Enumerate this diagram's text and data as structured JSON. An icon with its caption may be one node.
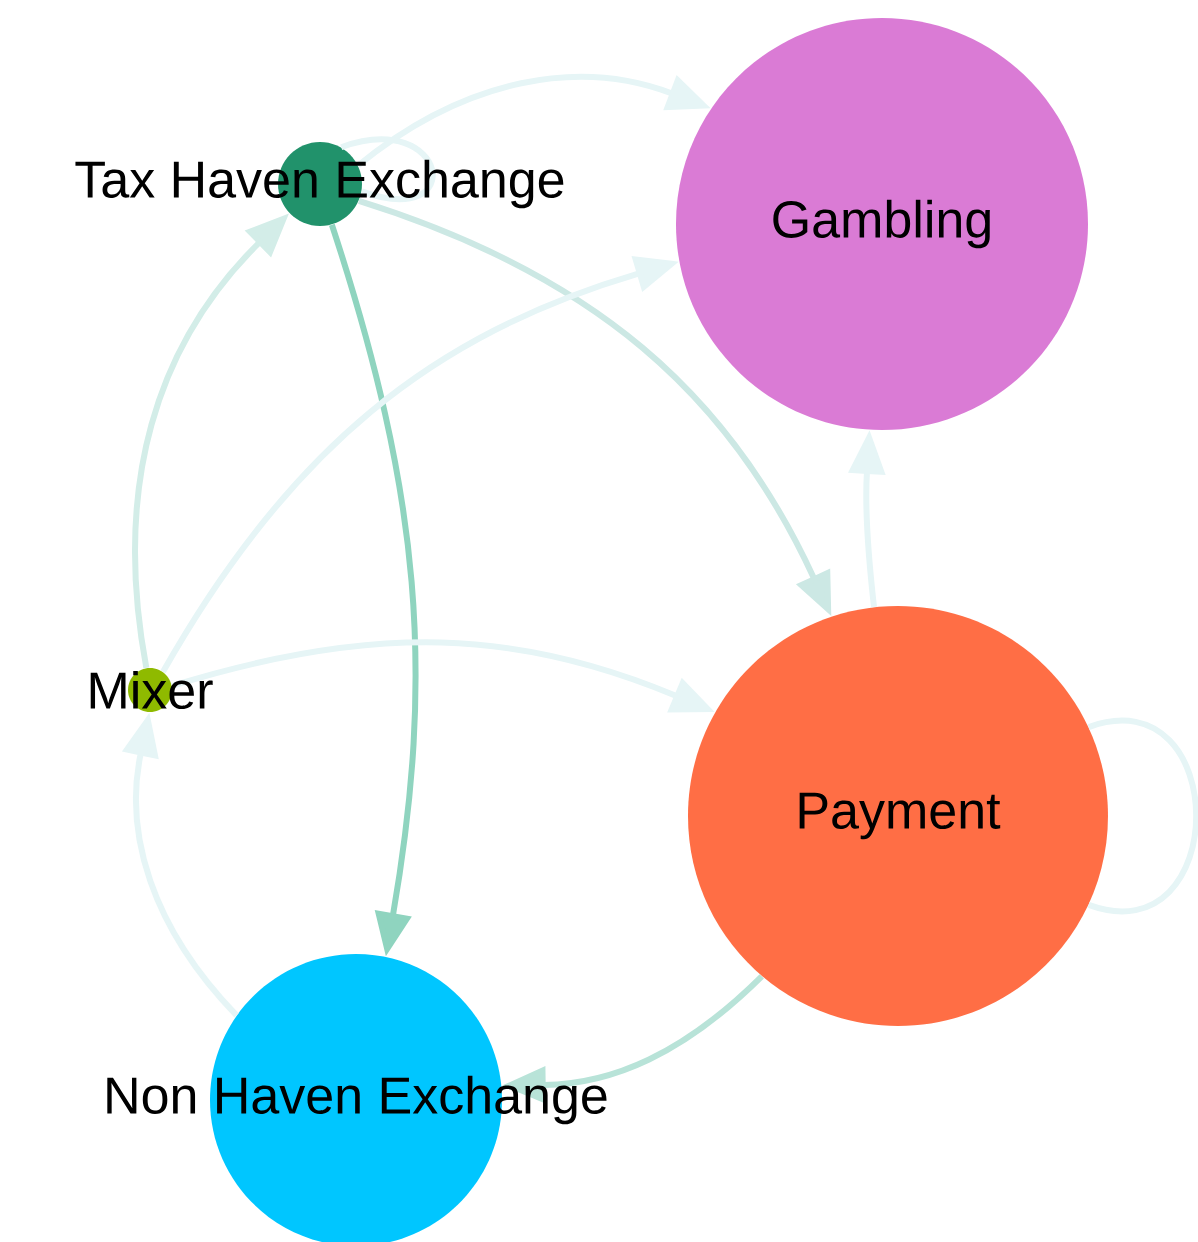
{
  "diagram": {
    "nodes": [
      {
        "text": [
          "Tax Haven Exchange"
        ]
      },
      {
        "text": [
          "Gambling"
        ]
      },
      {
        "text": [
          "Mixer"
        ]
      },
      {
        "text": [
          "Payment"
        ]
      },
      {
        "text": [
          "Non Haven Exchange"
        ]
      }
    ],
    "edges": [
      {
        "from": 0,
        "to": 1,
        "arrow": "to",
        "color": "#e6f5f6"
      },
      {
        "from": 0,
        "to": 3,
        "arrow": "to",
        "color": "#cce8e4"
      },
      {
        "from": 0,
        "to": 4,
        "arrow": "to",
        "color": "#8fd4bf"
      },
      {
        "from": 0,
        "to": 0,
        "arrow": "none",
        "color": "#e6f5f6"
      },
      {
        "from": 2,
        "to": 0,
        "arrow": "to",
        "color": "#d3ede8"
      },
      {
        "from": 2,
        "to": 1,
        "arrow": "to",
        "color": "#e6f5f6"
      },
      {
        "from": 2,
        "to": 3,
        "arrow": "to",
        "color": "#e6f5f6"
      },
      {
        "from": 4,
        "to": 2,
        "arrow": "to",
        "color": "#e6f5f6"
      },
      {
        "from": 3,
        "to": 4,
        "arrow": "to",
        "color": "#b8e3d8"
      },
      {
        "from": 3,
        "to": 3,
        "arrow": "none",
        "color": "#e6f5f6"
      },
      {
        "from": 3,
        "to": 1,
        "arrow": "to",
        "color": "#e6f5f6"
      }
    ]
  }
}
